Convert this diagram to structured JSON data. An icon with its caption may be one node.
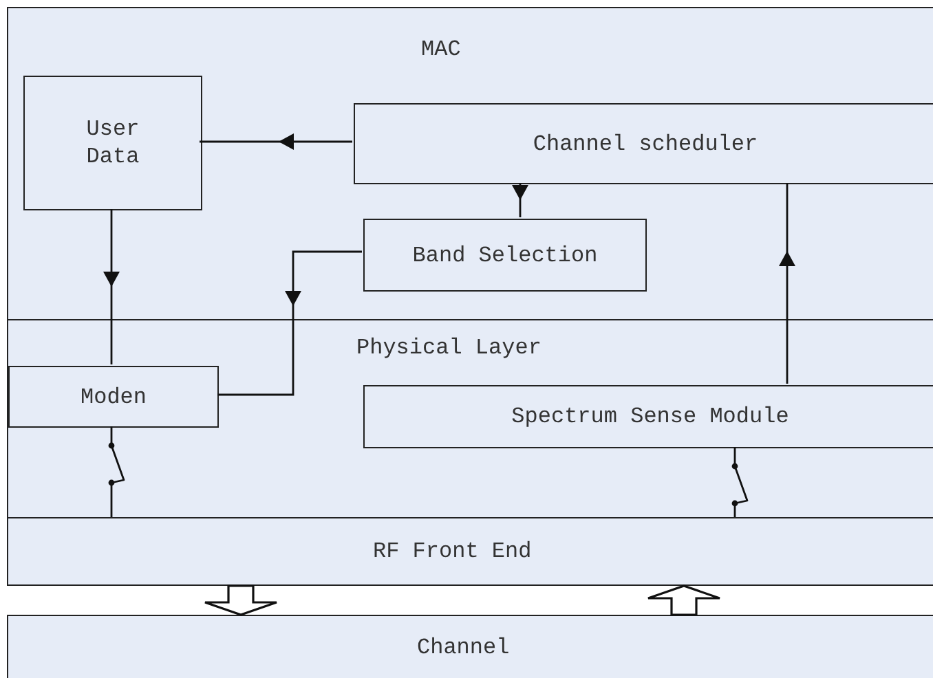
{
  "diagram": {
    "nodes": [
      {
        "text": [
          "MAC"
        ]
      },
      {
        "text": [
          "User Data"
        ],
        "in": 0
      },
      {
        "text": [
          "Channel scheduler"
        ],
        "in": 0
      },
      {
        "text": [
          "Band Selection"
        ],
        "in": 0
      },
      {
        "text": [
          "Physical Layer"
        ]
      },
      {
        "text": [
          "Moden"
        ],
        "in": 4
      },
      {
        "text": [
          "Spectrum Sense Module"
        ],
        "in": 4
      },
      {
        "text": [
          "RF Front End"
        ]
      },
      {
        "text": [
          "Channel"
        ]
      }
    ],
    "edges": [
      {
        "from": 2,
        "to": 1,
        "arrow": "to"
      },
      {
        "from": 1,
        "to": 5,
        "arrow": "to"
      },
      {
        "from": 2,
        "to": 3,
        "arrow": "to"
      },
      {
        "from": 3,
        "to": 5,
        "arrow": "to"
      },
      {
        "from": 6,
        "to": 2,
        "arrow": "to"
      },
      {
        "from": 5,
        "to": 7,
        "arrow": "none"
      },
      {
        "from": 6,
        "to": 7,
        "arrow": "none"
      },
      {
        "from": 7,
        "to": 8,
        "arrow": "to",
        "style": "thick"
      },
      {
        "from": 8,
        "to": 7,
        "arrow": "to",
        "style": "thick"
      }
    ]
  }
}
